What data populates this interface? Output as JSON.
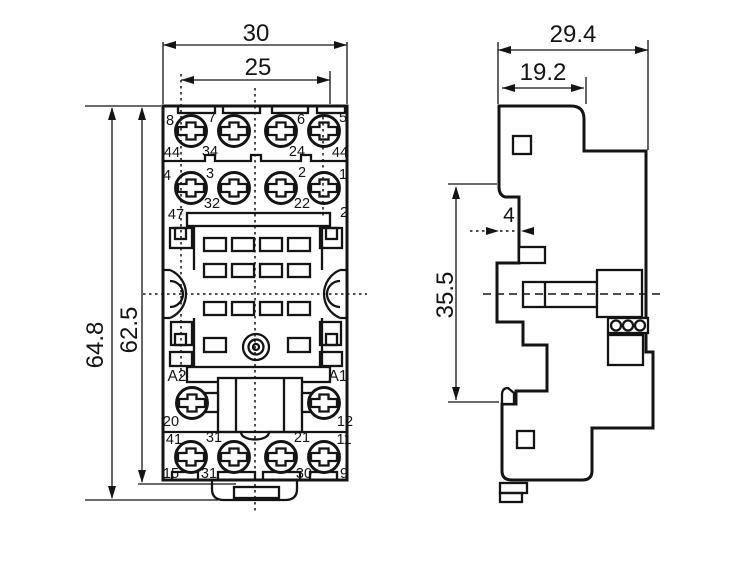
{
  "drawing_title": "relay-socket-dimension-drawing",
  "colors": {
    "line": "#141414",
    "background": "#ffffff"
  },
  "icons": {
    "screw_head": "phillips-screw-head-icon",
    "mount_hole": "round-hole-icon"
  },
  "front_view": {
    "dim_width_outer": "30",
    "dim_width_inner": "25",
    "dim_height_outer": "64.8",
    "dim_height_inner": "62.5",
    "row1_screws": [
      "8",
      "7",
      "6",
      "5"
    ],
    "row1_terminals": [
      "44",
      "34",
      "24",
      "44"
    ],
    "row2_screws": [
      "4",
      "3",
      "2",
      "1"
    ],
    "row2_terminals": [
      "32",
      "22"
    ],
    "row2_corner_left": "47",
    "row2_corner_right": "2",
    "coil_left": "A2",
    "coil_right": "A1",
    "coil_num_left": "20",
    "coil_num_right": "12",
    "row3_terminals": [
      "41",
      "31",
      "21",
      "11"
    ],
    "row3_screws": [
      "15",
      "31",
      "30",
      "9"
    ]
  },
  "side_view": {
    "dim_width_outer": "29.4",
    "dim_width_inner": "19.2",
    "dim_height": "35.5",
    "dim_rib": "4"
  }
}
